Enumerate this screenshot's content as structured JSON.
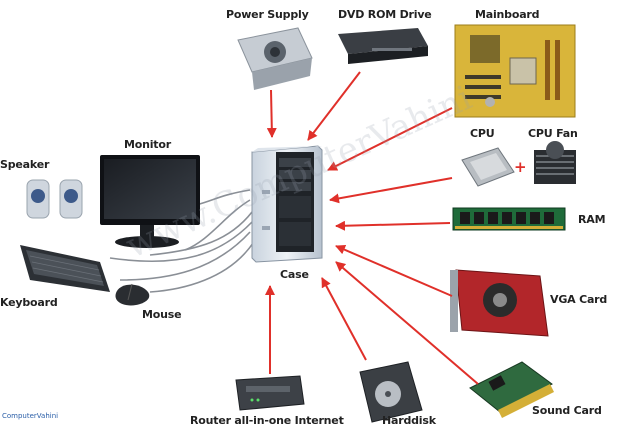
{
  "labels": {
    "power_supply": "Power Supply",
    "dvd_rom": "DVD ROM Drive",
    "mainboard": "Mainboard",
    "monitor": "Monitor",
    "speaker": "Speaker",
    "keyboard": "Keyboard",
    "mouse": "Mouse",
    "case": "Case",
    "cpu": "CPU",
    "plus": "+",
    "cpu_fan": "CPU Fan",
    "ram": "RAM",
    "vga_card": "VGA Card",
    "sound_card": "Sound Card",
    "harddisk": "Harddisk",
    "router": "Router all-in-one Internet"
  },
  "watermark": "www.ComputerVahini",
  "credit": "ComputerVahini",
  "colors": {
    "arrow": "#e0302a",
    "cable": "#8a8f96",
    "text": "#222222"
  }
}
